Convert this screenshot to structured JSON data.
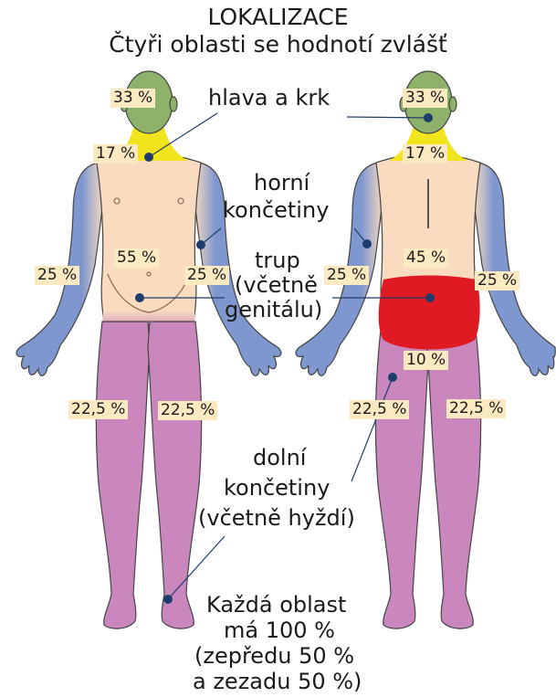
{
  "title": "LOKALIZACE",
  "subtitle": "Čtyři oblasti se hodnotí zvlášť",
  "regions": {
    "head_neck": "hlava a krk",
    "upper_limbs_1": "horní",
    "upper_limbs_2": "končetiny",
    "trunk_1": "trup",
    "trunk_2": "(včetně",
    "trunk_3": "genitálu)",
    "lower_limbs_1": "dolní",
    "lower_limbs_2": "končetiny",
    "lower_limbs_3": "(včetně hyždí)"
  },
  "note": {
    "line1": "Každá oblast",
    "line2": "má 100 %",
    "line3": "(zepředu 50 %",
    "line4": "a zezadu 50 %)"
  },
  "front": {
    "head": "33 %",
    "neck": "17 %",
    "trunk": "55 %",
    "arm_left": "25 %",
    "arm_right": "25 %",
    "leg_left": "22,5 %",
    "leg_right": "22,5 %"
  },
  "back": {
    "head": "33 %",
    "neck": "17 %",
    "trunk": "45 %",
    "buttocks": "10 %",
    "arm_left": "25 %",
    "arm_right": "25 %",
    "leg_left": "22,5 %",
    "leg_right": "22,5 %"
  },
  "colors": {
    "head": "#8fb26a",
    "neck": "#f2e41c",
    "trunk": "#f9dcc0",
    "arms": "#7f97cf",
    "legs": "#c987bd",
    "buttocks": "#e01a22",
    "leader": "#1f3d6b",
    "outline": "#444444"
  }
}
